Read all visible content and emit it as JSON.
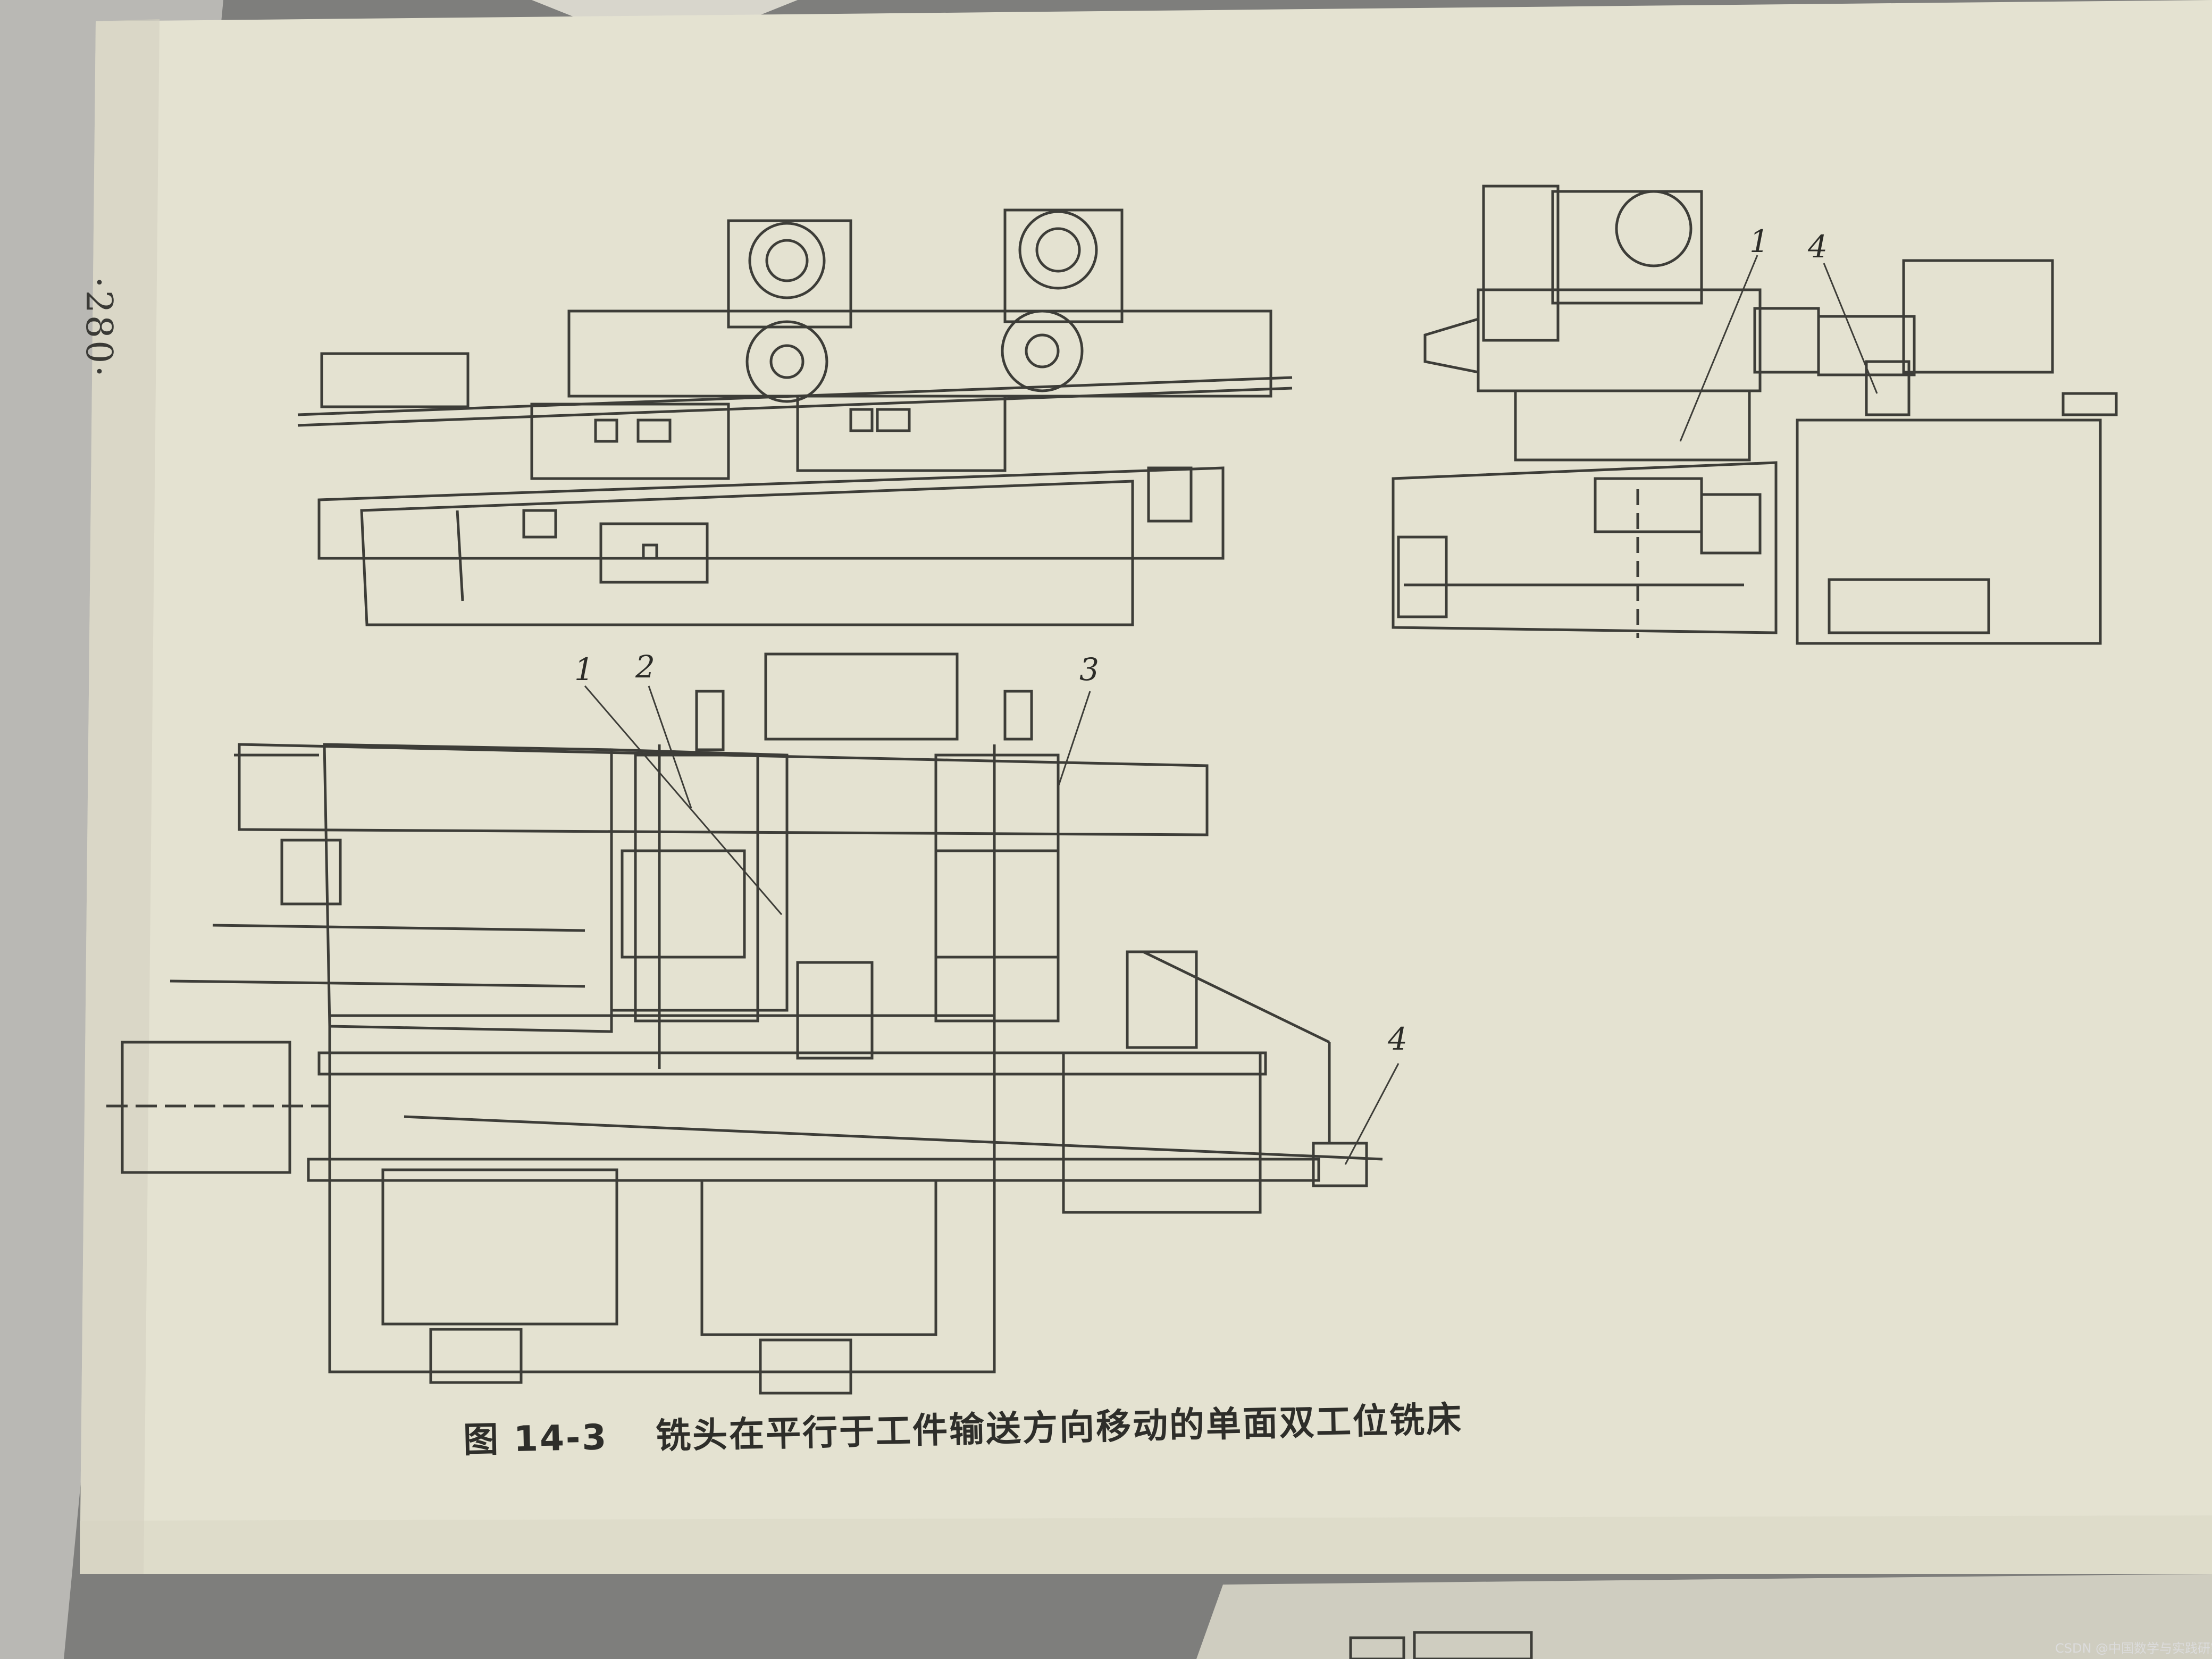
{
  "page": {
    "page_number": "·280·",
    "figure_number": "图 14-3",
    "caption_text": "铣头在平行于工件输送方向移动的单面双工位铣床",
    "callouts": {
      "side_view_1": "1",
      "side_view_4": "4",
      "plan_view_1": "1",
      "plan_view_2": "2",
      "plan_view_3": "3",
      "plan_view_4": "4"
    },
    "watermark": "CSDN @中国数学与实践研究室"
  },
  "colors": {
    "paper": "#e4e2d1",
    "ink": "#3a3a36",
    "background": "#7d7d7b"
  }
}
